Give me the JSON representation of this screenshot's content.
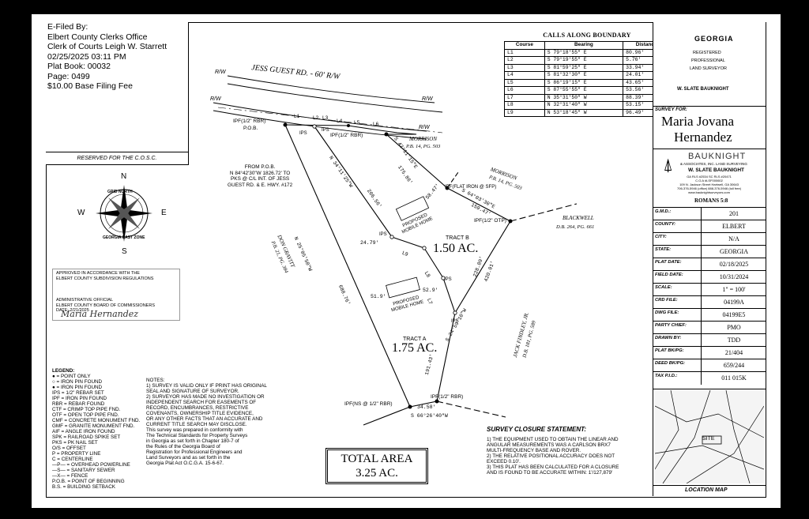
{
  "filing": {
    "lines": [
      "E-Filed By:",
      "Elbert County Clerks Office",
      "Clerk of Courts Leigh W. Starrett",
      "02/25/2025 03:11 PM",
      "Plat Book: 00032",
      "Page: 0499",
      "$10.00 Base Filing Fee"
    ],
    "reserved": "RESERVED FOR THE C.O.S.C."
  },
  "road": {
    "name": "JESS GUEST RD. - 60' R/W",
    "rw": "R/W"
  },
  "calls": {
    "title": "CALLS ALONG BOUNDARY",
    "headers": [
      "Course",
      "Bearing",
      "Distance"
    ],
    "rows": [
      [
        "L1",
        "S 79°18'55\" E",
        "80.96'"
      ],
      [
        "L2",
        "S 79°19'55\" E",
        "5.76'"
      ],
      [
        "L3",
        "S 81°59'25\" E",
        "33.94'"
      ],
      [
        "L4",
        "S 81°32'30\" E",
        "24.01'"
      ],
      [
        "L5",
        "S 86°19'15\" E",
        "43.65'"
      ],
      [
        "L6",
        "S 87°55'55\" E",
        "53.56'"
      ],
      [
        "L7",
        "N 35°31'50\" W",
        "88.39'"
      ],
      [
        "L8",
        "N 32°31'40\" W",
        "53.15'"
      ],
      [
        "L9",
        "N 53°18'45\" W",
        "96.49'"
      ]
    ]
  },
  "pob": {
    "label": "IPF(1/2\" RBR)",
    "sub": "P.O.B.",
    "from": [
      "FROM P.O.B.",
      "N 84°42'30\"W 1826.72' TO",
      "PKS @ C/L INT. OF JESS",
      "GUEST RD. & E. HWY. #172"
    ]
  },
  "lines": {
    "L1": "L1",
    "L2": "L2",
    "L3": "L3",
    "L4": "L4",
    "L5": "L5",
    "L6": "L6",
    "L7": "L7",
    "L8": "L8",
    "L9": "L9"
  },
  "pins": {
    "ips": "IPS",
    "ipf_rbr": "IPF(1/2\" RBR)",
    "flat_iron": "IPF(FLAT IRON @ SFP)",
    "otp": "IPF(1/2\" OTP)",
    "ns": "IPF(NS @ 1/2\" RBR)",
    "rbr_bottom": "IPF(1/2\" RBR)"
  },
  "bearings": {
    "b1": "S 42°11'15\"E",
    "b1d": "175.86'",
    "b2": "N 34°11'25\"W",
    "b2d": "206.56'",
    "b3": "N 25°05'50\"W",
    "b3d": "688.76'",
    "b4": "S 64°03'30\"E",
    "b4d": "159.47'",
    "b5": "58.47'",
    "b6": "S 24°59'10\"W",
    "b7": "228.89'",
    "b8": "420.01'",
    "b9": "191.43'",
    "b10": "34.58'",
    "b11": "S 66°26'40\"W",
    "b12": "24.79'",
    "b13": "51.9'",
    "b14": "52.9'"
  },
  "adjoiners": {
    "morrison1": "MORRISON",
    "morrison1_ref": "P.B. 14, PG. 503",
    "morrison2": "MORRISON",
    "morrison2_ref": "P.B. 14, PG. 503",
    "blackwell": "BLACKWELL",
    "blackwell_ref": "D.B. 264, PG. 661",
    "gravitt": "DON GRAVITT",
    "gravitt_ref": "P.B. 21, PG. 384",
    "findley": "JACK FINDLEY, JR.",
    "findley_ref": "D.B. 181, PG. 589"
  },
  "tracts": {
    "b_label": "TRACT B",
    "b_area": "1.50 AC.",
    "a_label": "TRACT A",
    "a_area": "1.75 AC.",
    "mobile": [
      "PROPOSED",
      "MOBILE HOME"
    ]
  },
  "compass": {
    "N": "N",
    "S": "S",
    "E": "E",
    "W": "W",
    "ring_top": "GRID NORTH",
    "ring_bottom": "GEORGIA EAST ZONE"
  },
  "approval": {
    "lines": [
      "APPROVED IN ACCORDANCE WITH THE",
      "ELBERT COUNTY SUBDIVISION REGULATIONS",
      "ADMINISTRATIVE OFFICIAL",
      "ELBERT COUNTY BOARD OF COMMISSIONERS",
      "DATE: 2/21/2025"
    ],
    "signature": "Maria Hernandez"
  },
  "legend": {
    "title": "LEGEND:",
    "lines": [
      "● = POINT ONLY",
      "○ = IRON PIN FOUND",
      "● = IRON PIN FOUND",
      "IPS = 1/2\" REBAR SET",
      "IPF = IRON PIN FOUND",
      "RBR = REBAR FOUND",
      "CTF = CRIMP TOP PIPE FND.",
      "OTF = OPEN TOP PIPE FND.",
      "CMF = CONCRETE MONUMENT FND.",
      "GMF = GRANITE MONUMENT FND.",
      "AIF = ANGLE IRON FOUND",
      "SPK = RAILROAD SPIKE SET",
      "PKS = PK NAIL SET",
      "O/S = OFFSET",
      "P = PROPERTY LINE",
      "C = CENTERLINE",
      "—P— = OVERHEAD POWERLINE",
      "—S— = SANITARY SEWER",
      "—X— = FENCE",
      "P.O.B. = POINT OF BEGINNING",
      "B.S. = BUILDING SETBACK"
    ]
  },
  "notes": {
    "title": "NOTES:",
    "lines": [
      "1) SURVEY IS VALID ONLY IF PRINT HAS ORIGINAL",
      "    SEAL AND SIGNATURE OF SURVEYOR.",
      "2) SURVEYOR HAS MADE NO INVESTIGATION OR",
      "    INDEPENDENT SEARCH FOR EASEMENTS OF",
      "    RECORD, ENCUMBRANCES, RESTRICTIVE",
      "    COVENANTS, OWNERSHIP TITLE EVIDENCE,",
      "    OR ANY OTHER FACTS THAT AN ACCURATE AND",
      "    CURRENT TITLE SEARCH MAY DISCLOSE.",
      "",
      "This survey was prepared in conformity with",
      "The Technical Standards for Property Surveys",
      "in Georgia as set forth in Chapter 180-7 of",
      "the Rules of the Georgia Board of",
      "Registration for Professional Engineers and",
      "Land Surveyors and as set forth in the",
      "Georgia Plat Act O.C.G.A. 15-6-67."
    ]
  },
  "total": {
    "label": "TOTAL AREA",
    "value": "3.25 AC."
  },
  "closure": {
    "title": "SURVEY CLOSURE STATEMENT:",
    "lines": [
      "1) THE EQUIPMENT USED TO OBTAIN THE LINEAR AND",
      "    ANGULAR MEASUREMENTS WAS A CARLSON BRX7",
      "    MULTI-FREQUENCY BASE AND ROVER.",
      "2) THE RELATIVE POSITIONAL ACCURACY DOES NOT",
      "    EXCEED 0.10'.",
      "3) THIS PLAT HAS BEEN CALCULATED FOR A CLOSURE",
      "    AND IS FOUND TO BE ACCURATE WITHIN: 1'/127,879'"
    ]
  },
  "seal": {
    "top": "GEORGIA",
    "mid1": "REGISTERED",
    "mid2": "PROFESSIONAL",
    "mid3": "LAND SURVEYOR",
    "bottom": "W. SLATE BAUKNIGHT"
  },
  "titleblock": {
    "survey_for": "SURVEY FOR:",
    "owner1": "Maria Jovana",
    "owner2": "Hernandez",
    "firm": "BAUKNIGHT",
    "firm_sub": "& ASSOCIATES, INC. LAND SURVEYING",
    "firm_name": "W. SLATE BAUKNIGHT",
    "firm_details": [
      "GA RLS #2534 SC RLS #20471",
      "C.O.A #LSF000602",
      "109 N. Jackson Street Hartwell, GA 30643",
      "706-376-5946 (office) 888-376-5946 (toll free)",
      "www.bauknightsurveyors.com"
    ],
    "verse": "ROMANS 5:8",
    "rows": [
      {
        "k": "G.M.D.:",
        "v": "201"
      },
      {
        "k": "COUNTY:",
        "v": "ELBERT"
      },
      {
        "k": "CITY:",
        "v": "N/A"
      },
      {
        "k": "STATE:",
        "v": "GEORGIA"
      },
      {
        "k": "PLAT DATE:",
        "v": "02/18/2025"
      },
      {
        "k": "FIELD DATE:",
        "v": "10/31/2024"
      },
      {
        "k": "SCALE:",
        "v": "1\" = 100'"
      },
      {
        "k": "CRD FILE:",
        "v": "04199A"
      },
      {
        "k": "DWG FILE:",
        "v": "04199E5"
      },
      {
        "k": "PARTY CHIEF:",
        "v": "PMO"
      },
      {
        "k": "DRAWN BY:",
        "v": "TDD"
      },
      {
        "k": "PLAT BK/PG:",
        "v": "21/404"
      },
      {
        "k": "DEED BK/PG:",
        "v": "659/244"
      },
      {
        "k": "TAX P.I.D.:",
        "v": "011 015K"
      }
    ],
    "site": "SITE",
    "location_map": "LOCATION MAP"
  }
}
